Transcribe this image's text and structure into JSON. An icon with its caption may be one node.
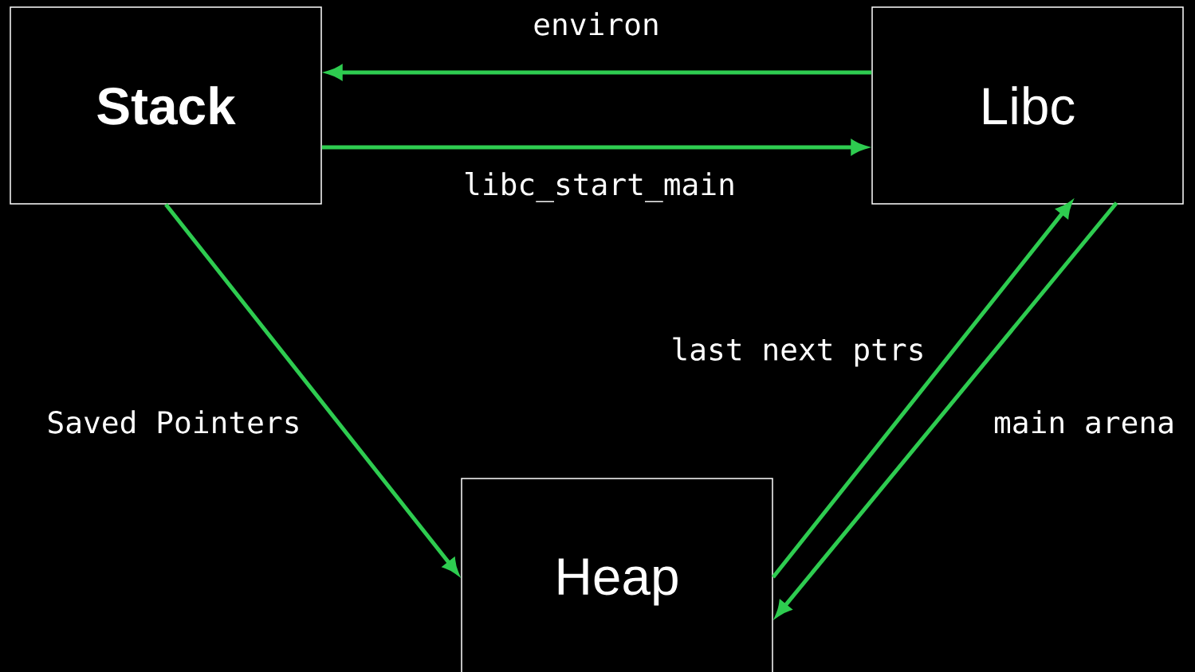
{
  "diagram": {
    "nodes": [
      {
        "text": [
          "Stack"
        ]
      },
      {
        "text": [
          "Libc"
        ]
      },
      {
        "text": [
          "Heap"
        ]
      }
    ],
    "edges": [
      {
        "from": 1,
        "to": 0,
        "arrow": "to",
        "label": "environ"
      },
      {
        "from": 0,
        "to": 1,
        "arrow": "to",
        "label": "libc_start_main"
      },
      {
        "from": 0,
        "to": 2,
        "arrow": "to",
        "label": "Saved Pointers"
      },
      {
        "from": 2,
        "to": 1,
        "arrow": "to",
        "label": "last next ptrs"
      },
      {
        "from": 1,
        "to": 2,
        "arrow": "to",
        "label": "main arena"
      }
    ]
  }
}
